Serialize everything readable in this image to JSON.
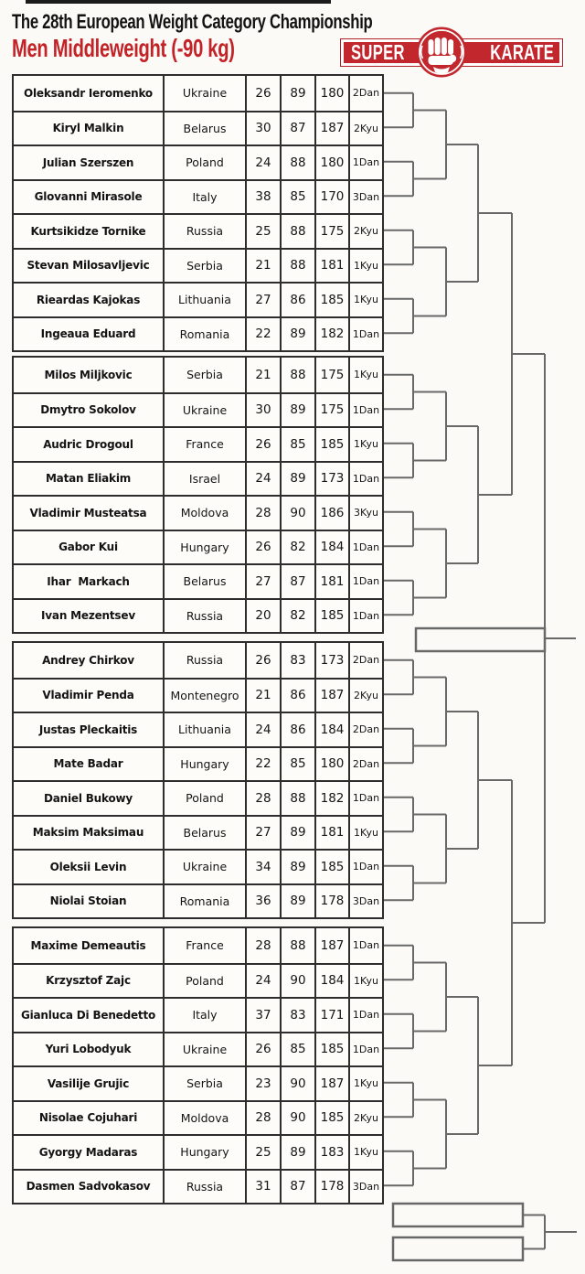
{
  "header": {
    "title": "The 28th European Weight Category Championship",
    "subtitle": "Men Middleweight (-90 kg)",
    "logo": {
      "left_text": "SUPER",
      "right_text": "KARATE",
      "emblem": "fist-globe-icon"
    }
  },
  "colors": {
    "accent_red": "#c1272d",
    "subtitle_red": "#c32227",
    "table_border": "#2d2d2d",
    "bracket_line": "#686868",
    "page_background": "#fbfaf6"
  },
  "bracket": {
    "champion_box_text": "",
    "third_place_box_1_text": "",
    "third_place_box_2_text": ""
  },
  "sections": [
    {
      "fighters": [
        {
          "name": "Oleksandr Ieromenko",
          "country": "Ukraine",
          "stats": [
            "26",
            "89",
            "180"
          ],
          "rank": "2Dan"
        },
        {
          "name": "Kiryl Malkin",
          "country": "Belarus",
          "stats": [
            "30",
            "87",
            "187"
          ],
          "rank": "2Kyu"
        },
        {
          "name": "Julian Szerszen",
          "country": "Poland",
          "stats": [
            "24",
            "88",
            "180"
          ],
          "rank": "1Dan"
        },
        {
          "name": "Glovanni Mirasole",
          "country": "Italy",
          "stats": [
            "38",
            "85",
            "170"
          ],
          "rank": "3Dan"
        },
        {
          "name": "Kurtsikidze Tornike",
          "country": "Russia",
          "stats": [
            "25",
            "88",
            "175"
          ],
          "rank": "2Kyu"
        },
        {
          "name": "Stevan Milosavljevic",
          "country": "Serbia",
          "stats": [
            "21",
            "88",
            "181"
          ],
          "rank": "1Kyu"
        },
        {
          "name": "Rieardas Kajokas",
          "country": "Lithuania",
          "stats": [
            "27",
            "86",
            "185"
          ],
          "rank": "1Kyu"
        },
        {
          "name": "Ingeaua Eduard",
          "country": "Romania",
          "stats": [
            "22",
            "89",
            "182"
          ],
          "rank": "1Dan"
        }
      ]
    },
    {
      "fighters": [
        {
          "name": "Milos Miljkovic",
          "country": "Serbia",
          "stats": [
            "21",
            "88",
            "175"
          ],
          "rank": "1Kyu"
        },
        {
          "name": "Dmytro Sokolov",
          "country": "Ukraine",
          "stats": [
            "30",
            "89",
            "175"
          ],
          "rank": "1Dan"
        },
        {
          "name": "Audric Drogoul",
          "country": "France",
          "stats": [
            "26",
            "85",
            "185"
          ],
          "rank": "1Kyu"
        },
        {
          "name": "Matan Eliakim",
          "country": "Israel",
          "stats": [
            "24",
            "89",
            "173"
          ],
          "rank": "1Dan"
        },
        {
          "name": "Vladimir Musteatsa",
          "country": "Moldova",
          "stats": [
            "28",
            "90",
            "186"
          ],
          "rank": "3Kyu"
        },
        {
          "name": "Gabor Kui",
          "country": "Hungary",
          "stats": [
            "26",
            "82",
            "184"
          ],
          "rank": "1Dan"
        },
        {
          "name": "Ihar  Markach",
          "country": "Belarus",
          "stats": [
            "27",
            "87",
            "181"
          ],
          "rank": "1Dan"
        },
        {
          "name": "Ivan Mezentsev",
          "country": "Russia",
          "stats": [
            "20",
            "82",
            "185"
          ],
          "rank": "1Dan"
        }
      ]
    },
    {
      "fighters": [
        {
          "name": "Andrey Chirkov",
          "country": "Russia",
          "stats": [
            "26",
            "83",
            "173"
          ],
          "rank": "2Dan"
        },
        {
          "name": "Vladimir Penda",
          "country": "Montenegro",
          "stats": [
            "21",
            "86",
            "187"
          ],
          "rank": "2Kyu"
        },
        {
          "name": "Justas Pleckaitis",
          "country": "Lithuania",
          "stats": [
            "24",
            "86",
            "184"
          ],
          "rank": "2Dan"
        },
        {
          "name": "Mate Badar",
          "country": "Hungary",
          "stats": [
            "22",
            "85",
            "180"
          ],
          "rank": "2Dan"
        },
        {
          "name": "Daniel Bukowy",
          "country": "Poland",
          "stats": [
            "28",
            "88",
            "182"
          ],
          "rank": "1Dan"
        },
        {
          "name": "Maksim Maksimau",
          "country": "Belarus",
          "stats": [
            "27",
            "89",
            "181"
          ],
          "rank": "1Kyu"
        },
        {
          "name": "Oleksii Levin",
          "country": "Ukraine",
          "stats": [
            "34",
            "89",
            "185"
          ],
          "rank": "1Dan"
        },
        {
          "name": "Niolai Stoian",
          "country": "Romania",
          "stats": [
            "36",
            "89",
            "178"
          ],
          "rank": "3Dan"
        }
      ]
    },
    {
      "fighters": [
        {
          "name": "Maxime Demeautis",
          "country": "France",
          "stats": [
            "28",
            "88",
            "187"
          ],
          "rank": "1Dan"
        },
        {
          "name": "Krzysztof Zajc",
          "country": "Poland",
          "stats": [
            "24",
            "90",
            "184"
          ],
          "rank": "1Kyu"
        },
        {
          "name": "Gianluca Di Benedetto",
          "country": "Italy",
          "stats": [
            "37",
            "83",
            "171"
          ],
          "rank": "1Dan"
        },
        {
          "name": "Yuri Lobodyuk",
          "country": "Ukraine",
          "stats": [
            "26",
            "85",
            "185"
          ],
          "rank": "1Dan"
        },
        {
          "name": "Vasilije Grujic",
          "country": "Serbia",
          "stats": [
            "23",
            "90",
            "187"
          ],
          "rank": "1Kyu"
        },
        {
          "name": "Nisolae Cojuhari",
          "country": "Moldova",
          "stats": [
            "28",
            "90",
            "185"
          ],
          "rank": "2Kyu"
        },
        {
          "name": "Gyorgy Madaras",
          "country": "Hungary",
          "stats": [
            "25",
            "89",
            "183"
          ],
          "rank": "1Kyu"
        },
        {
          "name": "Dasmen Sadvokasov",
          "country": "Russia",
          "stats": [
            "31",
            "87",
            "178"
          ],
          "rank": "3Dan"
        }
      ]
    }
  ]
}
